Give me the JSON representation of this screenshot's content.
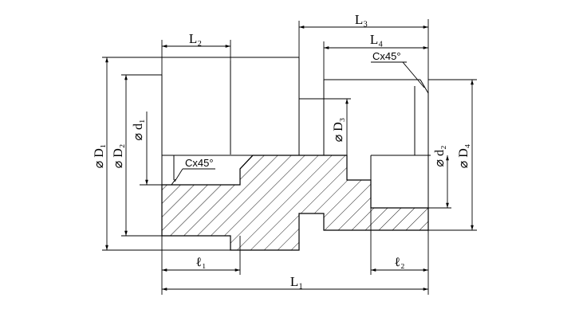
{
  "drawing": {
    "title": "",
    "dimensions": {
      "L1": "L₁",
      "L2": "L₂",
      "L3": "L₃",
      "L4": "L₄",
      "l1": "ℓ₁",
      "l2": "ℓ₂",
      "D1": "⌀ D₁",
      "D2": "⌀ D₂",
      "D3": "⌀ D₃",
      "D4": "⌀ D₄",
      "d1": "⌀ d₁",
      "d2": "⌀ d₂"
    },
    "chamfer_left": "Cx45°",
    "chamfer_right": "Cx45°"
  }
}
